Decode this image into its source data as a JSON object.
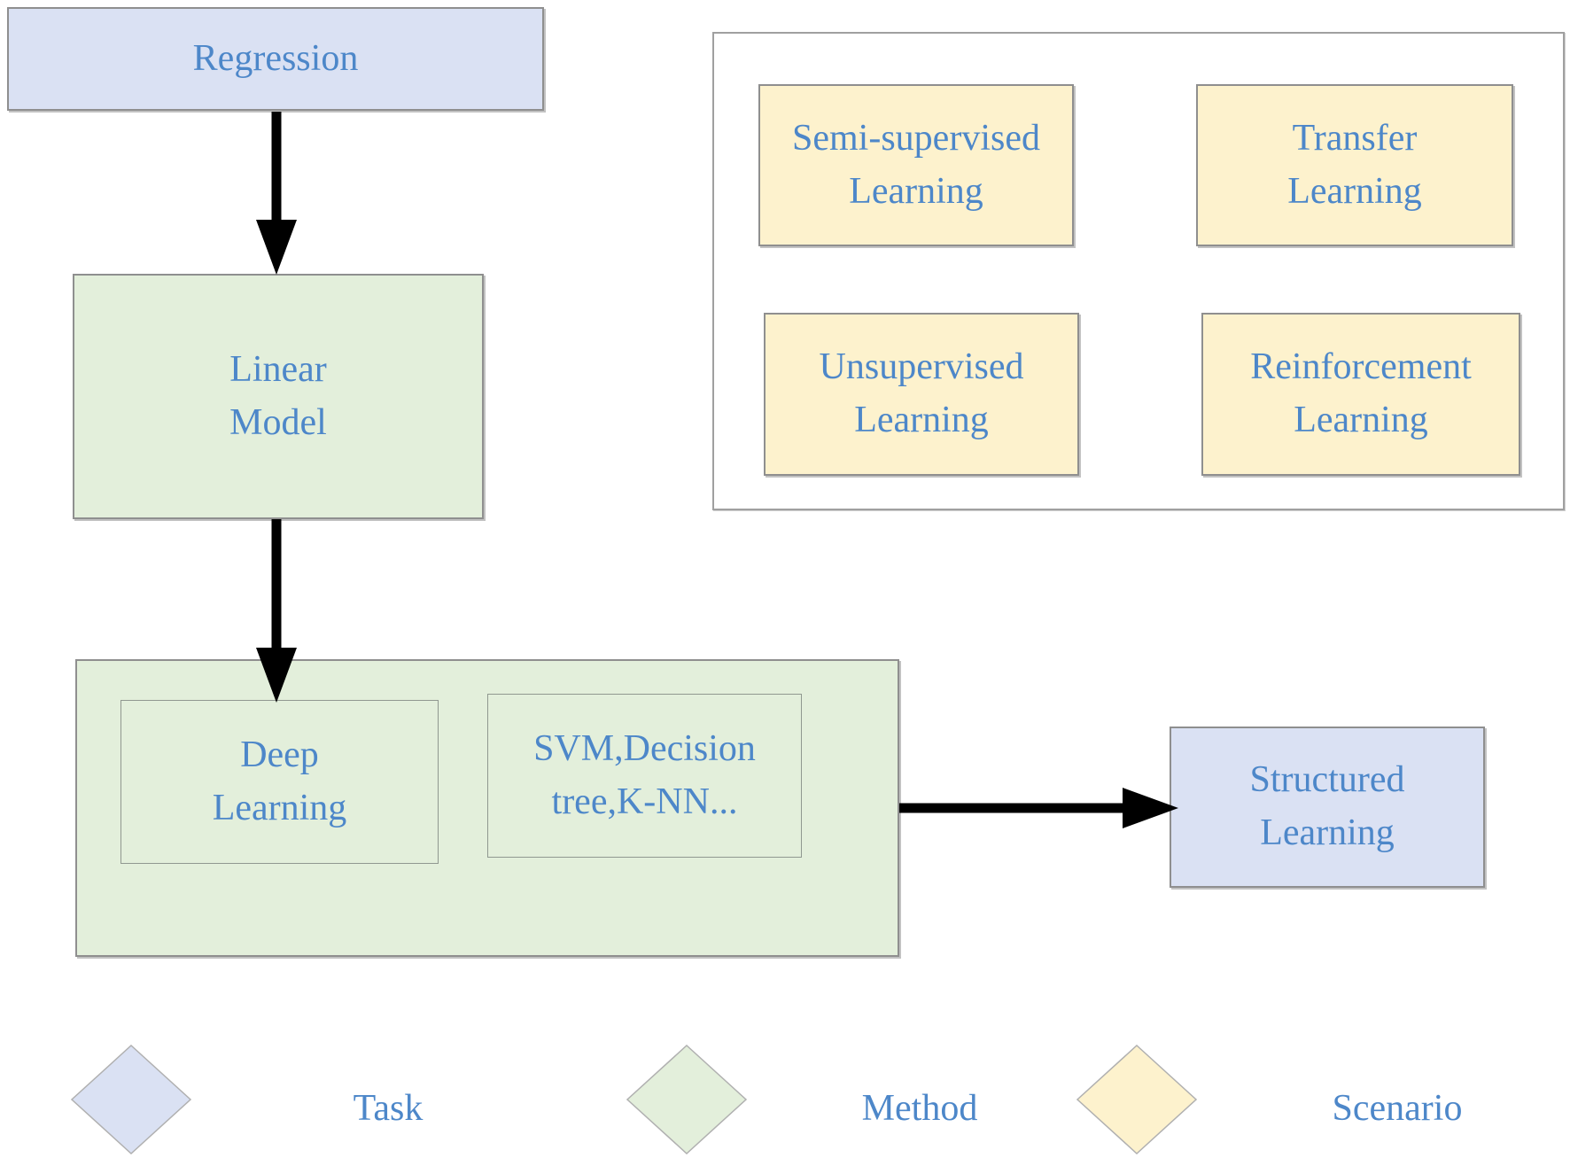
{
  "diagram": {
    "nodes": {
      "regression": "Regression",
      "linear_model": "Linear\nModel",
      "deep_learning": "Deep\nLearning",
      "svm_knn": "SVM,Decision\ntree,K-NN...",
      "structured_learning": "Structured\nLearning"
    },
    "scenario_panel": {
      "semi_supervised": "Semi-supervised\nLearning",
      "transfer": "Transfer\nLearning",
      "unsupervised": "Unsupervised\nLearning",
      "reinforcement": "Reinforcement\nLearning"
    },
    "legend": [
      {
        "label": "Task",
        "shape": "diamond",
        "color": "#dae1f3"
      },
      {
        "label": "Method",
        "shape": "diamond",
        "color": "#e3efdb"
      },
      {
        "label": "Scenario",
        "shape": "diamond",
        "color": "#fdf2cd"
      }
    ],
    "palette": {
      "task_fill": "#dae1f3",
      "method_fill": "#e3efdb",
      "scenario_fill": "#fdf2cd",
      "label_text": "#4d87c9",
      "box_border": "#8f8f8f",
      "panel_border": "#a0a0a0",
      "diamond_border": "#b0b0b0",
      "arrow": "#000000"
    }
  }
}
